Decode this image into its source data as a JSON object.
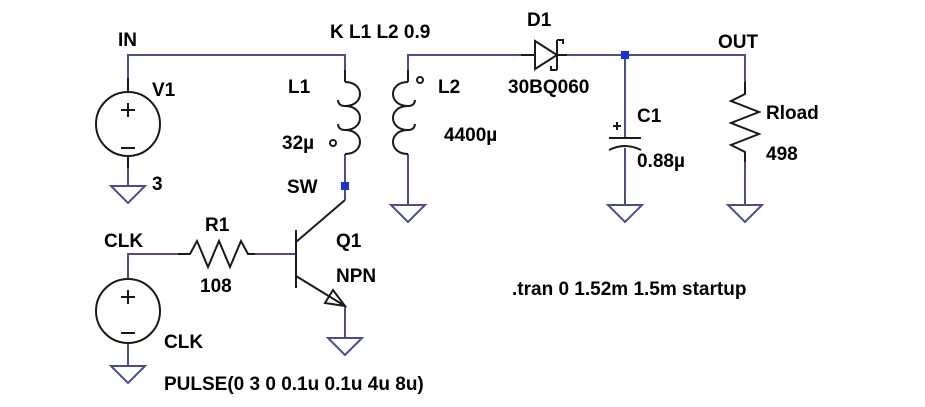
{
  "labels": {
    "net_in": "IN",
    "net_out": "OUT",
    "net_sw": "SW",
    "net_clk": "CLK",
    "coupling": "K L1 L2 0.9",
    "v1_name": "V1",
    "v1_value": "3",
    "l1_name": "L1",
    "l1_value": "32µ",
    "l2_name": "L2",
    "l2_value": "4400µ",
    "d1_name": "D1",
    "d1_value": "30BQ060",
    "c1_name": "C1",
    "c1_value": "0.88µ",
    "rload_name": "Rload",
    "rload_value": "498",
    "r1_name": "R1",
    "r1_value": "108",
    "q1_name": "Q1",
    "q1_value": "NPN",
    "clk_source_name": "CLK",
    "clk_source_value": "PULSE(0 3 0 0.1u 0.1u 4u 8u)",
    "tran_directive": ".tran 0 1.52m 1.5m startup"
  },
  "colors": {
    "wire": "#4a4f8c",
    "component": "#1a1a1a",
    "junction": "#1a2fd6",
    "text": "#000000",
    "background": "#ffffff"
  }
}
